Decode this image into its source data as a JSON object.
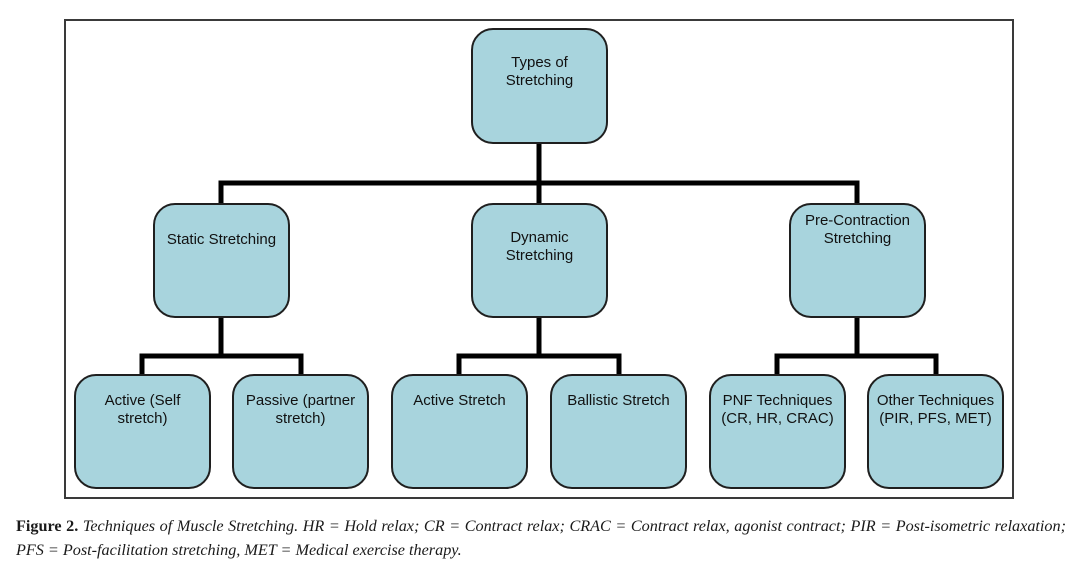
{
  "diagram": {
    "root": {
      "label_lines": [
        "Types of",
        "Stretching"
      ]
    },
    "categories": [
      {
        "label_lines": [
          "Static Stretching"
        ],
        "children": [
          {
            "label_lines": [
              "Active (Self",
              "stretch)"
            ]
          },
          {
            "label_lines": [
              "Passive (partner",
              "stretch)"
            ]
          }
        ]
      },
      {
        "label_lines": [
          "Dynamic",
          "Stretching"
        ],
        "children": [
          {
            "label_lines": [
              "Active Stretch"
            ]
          },
          {
            "label_lines": [
              "Ballistic Stretch"
            ]
          }
        ]
      },
      {
        "label_lines": [
          "Pre-Contraction",
          "Stretching"
        ],
        "children": [
          {
            "label_lines": [
              "PNF Techniques",
              "(CR, HR, CRAC)"
            ]
          },
          {
            "label_lines": [
              "Other Techniques",
              "(PIR, PFS, MET)"
            ]
          }
        ]
      }
    ],
    "colors": {
      "node_fill": "#a8d4dd",
      "node_border": "#1f1f1f",
      "connector": "#000000"
    }
  },
  "caption": {
    "figure_label": "Figure 2.",
    "text": "Techniques of Muscle Stretching. HR = Hold relax; CR = Contract relax; CRAC = Contract relax, agonist contract; PIR = Post-isometric relaxation; PFS = Post-facilitation stretching, MET = Medical exercise therapy."
  }
}
